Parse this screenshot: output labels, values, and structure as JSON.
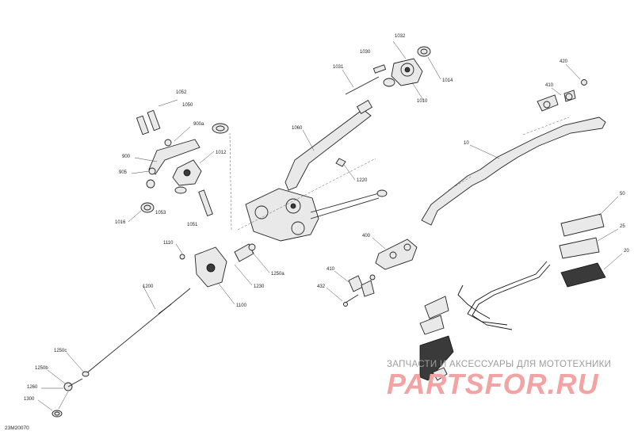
{
  "document_code": "23M20070",
  "watermark": {
    "tagline": "ЗАПЧАСТИ И АКСЕССУАРЫ ДЛЯ МОТОТЕХНИКИ",
    "logo": "PARTSFOR.RU"
  },
  "callouts": [
    "1032",
    "1030",
    "1031",
    "1014",
    "1010",
    "420",
    "410",
    "10",
    "1052",
    "1050",
    "900a",
    "1012",
    "900",
    "905",
    "1060",
    "1220",
    "1016",
    "1053",
    "1051",
    "50",
    "25",
    "20",
    "1110",
    "1250a",
    "400",
    "1230",
    "410",
    "1200",
    "432",
    "1100",
    "1250c",
    "1250b",
    "1260",
    "1300"
  ]
}
